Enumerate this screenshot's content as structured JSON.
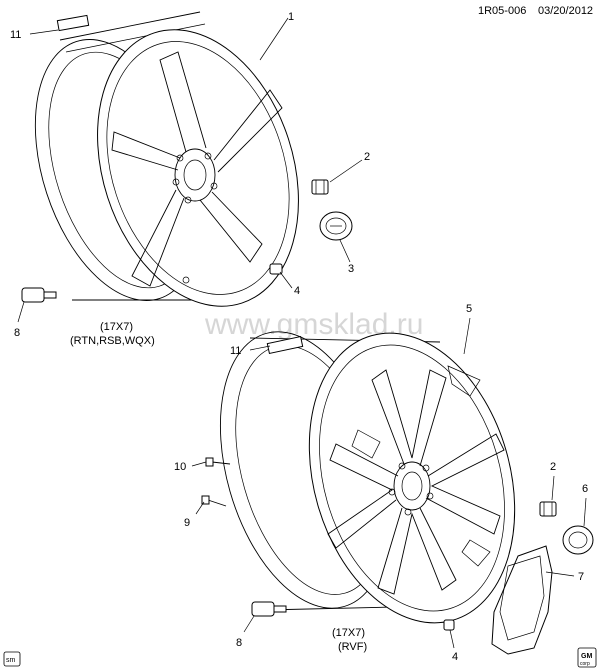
{
  "header": {
    "ref": "1R05-006",
    "date": "03/20/2012"
  },
  "watermark": "www.gmsklad.ru",
  "upper_wheel": {
    "size": "(17X7)",
    "codes": "(RTN,RSB,WQX)",
    "callouts": [
      "1",
      "2",
      "3",
      "4",
      "8",
      "11"
    ]
  },
  "lower_wheel": {
    "size": "(17X7)",
    "codes": "(RVF)",
    "callouts": [
      "5",
      "2",
      "6",
      "7",
      "4",
      "8",
      "9",
      "10",
      "11"
    ]
  },
  "footer": {
    "left_badge": "sm",
    "right_badge_top": "GM",
    "right_badge_bottom": "corp"
  }
}
